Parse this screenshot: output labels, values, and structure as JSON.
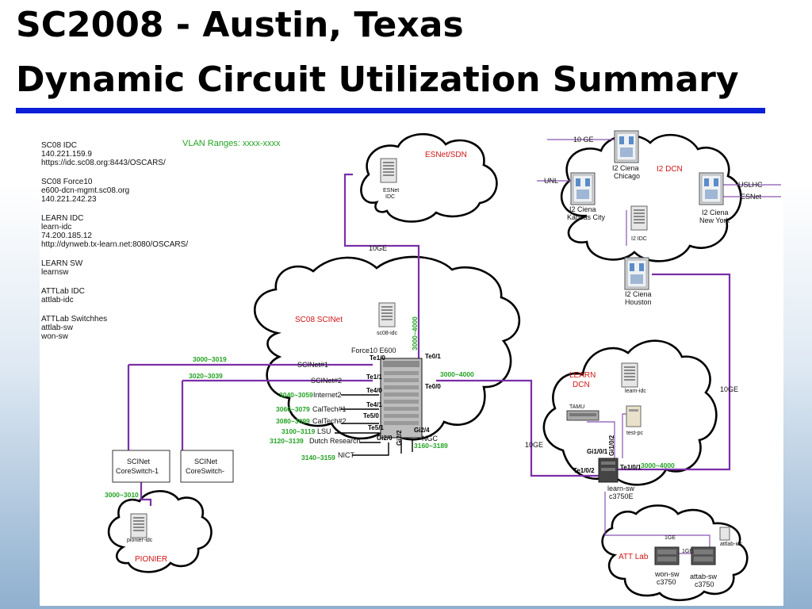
{
  "header": {
    "title_line1": "SC2008 - Austin, Texas",
    "title_line2": "Dynamic Circuit Utilization Summary"
  },
  "info": [
    "SC08 IDC",
    "140.221.159.9",
    "https://idc.sc08.org:8443/OSCARS/",
    "",
    "SC08 Force10",
    "e600-dcn-mgmt.sc08.org",
    "140.221.242.23",
    "",
    "LEARN IDC",
    "learn-idc",
    "74.200.185.12",
    "http://dynweb.tx-learn.net:8080/OSCARS/",
    "",
    "LEARN SW",
    "learnsw",
    "",
    "ATTLab IDC",
    "attlab-idc",
    "",
    "ATTLab Switchhes",
    "attlab-sw",
    "won-sw"
  ],
  "vlan_header": "VLAN Ranges:  xxxx-xxxx",
  "clouds": {
    "esnet": "ESNet/SDN",
    "i2dcn": "I2 DCN",
    "sc08": "SC08 SCINet",
    "learn_line1": "LEARN",
    "learn_line2": "DCN",
    "pionier": "PIONIER",
    "attlab": "ATT Lab"
  },
  "nodes": {
    "esnet_idc_1": "ESNet",
    "esnet_idc_2": "IDC",
    "chicago_1": "I2 Ciena",
    "chicago_2": "Chicago",
    "kc_1": "I2 Ciena",
    "kc_2": "Kansas City",
    "ny_1": "I2 Ciena",
    "ny_2": "New York",
    "i2idc": "I2 IDC",
    "houston_1": "I2 Ciena",
    "houston_2": "Houston",
    "sc08idc": "sc08-idc",
    "force10": "Force10 E600",
    "learnidc": "learn-idc",
    "tamu": "TAMU",
    "testpc": "test-pc",
    "learnsw_1": "learn-sw",
    "learnsw_2": "c3750E",
    "core1_1": "SCINet",
    "core1_2": "CoreSwitch-1",
    "core2_1": "SCINet",
    "core2_2": "CoreSwitch-",
    "pionieridc": "pionier-idc",
    "attlabidc": "attlab-idc",
    "wonsw_1": "won-sw",
    "wonsw_2": "c3750",
    "attabsw_1": "attab-sw",
    "attabsw_2": "c3750"
  },
  "links": {
    "ext_10ge": "10 GE",
    "ext_unl": "UNL",
    "ext_uslhc": "USLHC",
    "ext_esnet": "ESNet",
    "esnet_10ge": "10GE",
    "houston_10ge": "10GE",
    "learn_10ge": "10GE",
    "att_1ge_a": "1GE",
    "att_1ge_b": "1GE"
  },
  "ports": {
    "te1_0": "Te1/0",
    "te1_1": "Te1/1",
    "te4_0": "Te4/0",
    "te4_1": "Te4/1",
    "te5_0": "Te5/0",
    "te5_1": "Te5/1",
    "gi2_0": "Gi2/0",
    "gi2_2": "Gi2/2",
    "gi2_4": "Gi2/4",
    "te0_1": "Te0/1",
    "te0_0": "Te0/0",
    "gi1_0_1": "Gi1/0/1",
    "gi1_0_2": "Gi1/0/2",
    "te1_0_1": "Te1/0/1",
    "te1_0_2": "Te1/0/2"
  },
  "connections": {
    "scinet1": "SCINet#1",
    "scinet2": "SCINet#2",
    "internet2": "Internet2",
    "caltech1": "CalTech#1",
    "caltech2": "CalTech#2",
    "lsu": "LSU",
    "dutch": "Dutch Research",
    "nict": "NICT",
    "ngc": "NGC"
  },
  "vlan_ranges": {
    "scinet1": "3000~3019",
    "scinet2": "3020~3039",
    "internet2": "3040~3059",
    "caltech1": "3060~3079",
    "caltech2": "3080~3099",
    "lsu": "3100~3119",
    "dutch": "3120~3139",
    "nict": "3140~3159",
    "ngc": "3160~3189",
    "esnet": "3000~4000",
    "learn": "3000~4000",
    "learn_sw": "3000~4000",
    "pionier": "3000~3010"
  },
  "colors": {
    "title_rule": "#0a1fd6",
    "link": "#7b2fa8",
    "vlan_text": "#22a322",
    "cloud_label": "#d01515"
  }
}
